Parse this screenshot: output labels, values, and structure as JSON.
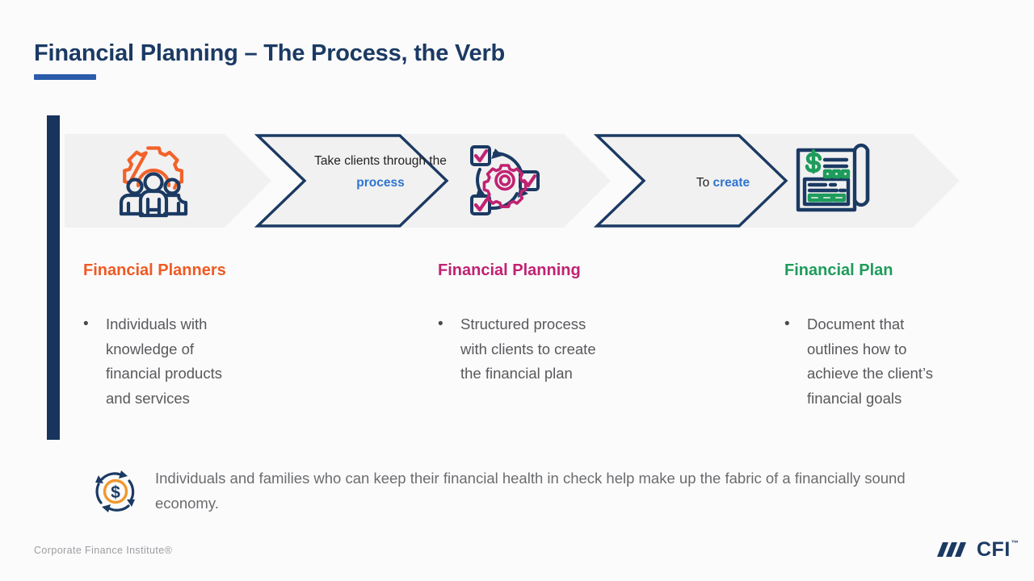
{
  "slide": {
    "title": "Financial Planning – The Process, the Verb",
    "accent_color": "#2a5caa"
  },
  "process": {
    "steps": [
      {
        "id": "planners",
        "icon": "people-gear-icon",
        "type": "icon"
      },
      {
        "id": "take-clients",
        "type": "chevron",
        "text_plain": "Take clients\nthrough the",
        "text_highlight": "process"
      },
      {
        "id": "planning",
        "icon": "cycle-target-checklist-icon",
        "type": "icon"
      },
      {
        "id": "to-create",
        "type": "chevron",
        "text_plain": "To ",
        "text_highlight": "create"
      },
      {
        "id": "plan",
        "icon": "financial-document-icon",
        "type": "icon"
      }
    ]
  },
  "columns": [
    {
      "heading": "Financial Planners",
      "heading_color": "#ef5a23",
      "bullet_marker": "•",
      "bullets": [
        "Individuals with\nknowledge of\nfinancial products\nand services"
      ]
    },
    {
      "heading": "Financial Planning",
      "heading_color": "#c02272",
      "bullet_marker": "•",
      "bullets": [
        "Structured process\nwith clients to create\nthe financial plan"
      ]
    },
    {
      "heading": "Financial Plan",
      "heading_color": "#1e9c5b",
      "bullet_marker": "•",
      "bullets": [
        "Document that\noutlines how to\nachieve the client’s\nfinancial goals"
      ]
    }
  ],
  "note": {
    "icon": "dollar-cycle-icon",
    "text": "Individuals and families who can keep their financial health in check help make up the fabric of a financially sound economy."
  },
  "footer": {
    "credit": "Corporate Finance Institute®",
    "logo_text": "CFI",
    "logo_tm": "™"
  }
}
